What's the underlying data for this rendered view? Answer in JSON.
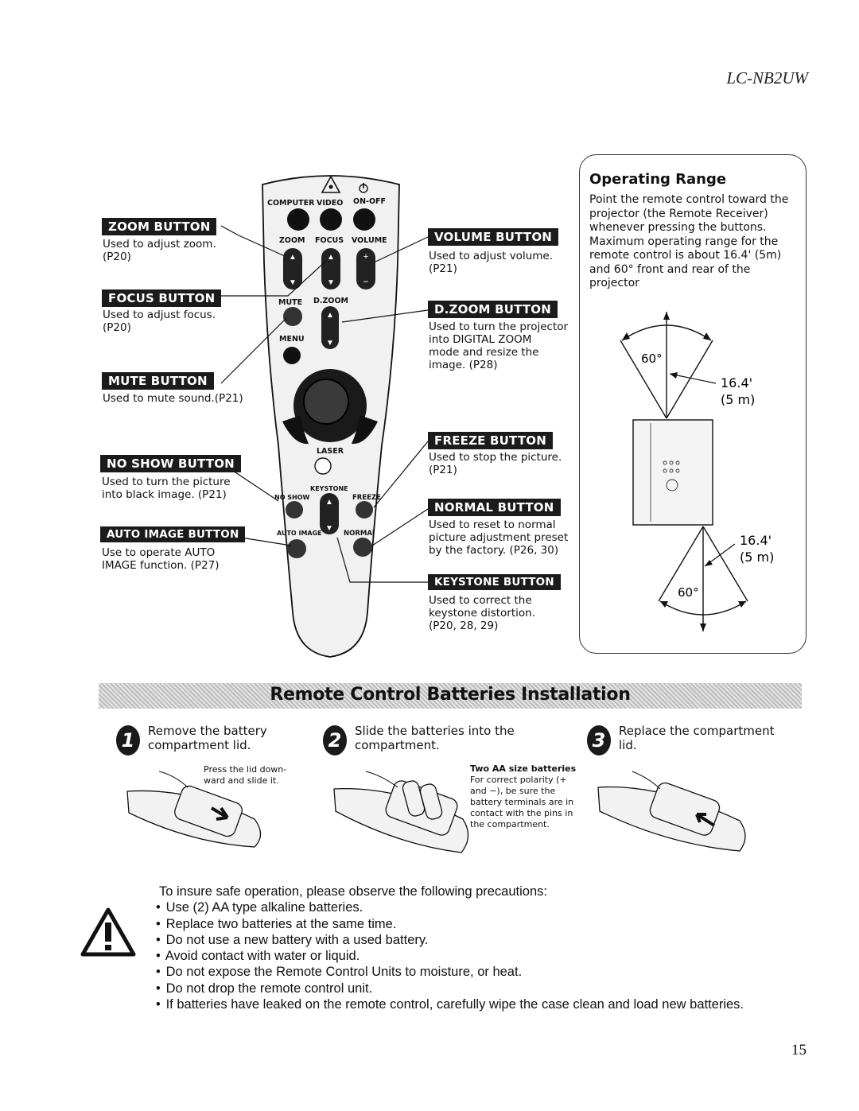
{
  "header": {
    "model": "LC-NB2UW"
  },
  "remote": {
    "labels": {
      "computer": "COMPUTER",
      "video": "VIDEO",
      "on_off": "ON-OFF",
      "zoom": "ZOOM",
      "focus": "FOCUS",
      "volume": "VOLUME",
      "mute": "MUTE",
      "dzoom": "D.ZOOM",
      "menu": "MENU",
      "laser": "LASER",
      "keystone": "KEYSTONE",
      "no_show": "NO SHOW",
      "freeze": "FREEZE",
      "auto_image": "AUTO IMAGE",
      "normal": "NORMAl"
    }
  },
  "callouts": {
    "zoom": {
      "title": "ZOOM BUTTON",
      "lines": [
        "Used  to  adjust  zoom.",
        "(P20)"
      ]
    },
    "focus": {
      "title": "FOCUS BUTTON",
      "lines": [
        "Used  to  adjust  focus.",
        "(P20)"
      ]
    },
    "mute": {
      "title": "MUTE BUTTON",
      "lines": [
        "Used to mute sound.(P21)"
      ]
    },
    "no_show": {
      "title": "NO SHOW BUTTON",
      "lines": [
        "Used  to  turn  the  picture",
        "into black image.  (P21)"
      ]
    },
    "auto_image": {
      "title": "AUTO IMAGE BUTTON",
      "lines": [
        "Use  to  operate  AUTO",
        "IMAGE function.  (P27)"
      ]
    },
    "volume": {
      "title": "VOLUME BUTTON",
      "lines": [
        "Used to adjust volume.",
        "(P21)"
      ]
    },
    "dzoom": {
      "title": "D.ZOOM BUTTON",
      "lines": [
        "Used to turn the projector",
        "into  DIGITAL  ZOOM",
        "mode  and  resize  the",
        "image. (P28)"
      ]
    },
    "freeze": {
      "title": "FREEZE BUTTON",
      "lines": [
        "Used to stop the picture.",
        "(P21)"
      ]
    },
    "normal": {
      "title": "NORMAL BUTTON",
      "lines": [
        "Used to reset to normal",
        "picture adjustment preset",
        "by the factory. (P26, 30)"
      ]
    },
    "keystone": {
      "title": "KEYSTONE BUTTON",
      "lines": [
        "Used  to  correct  the",
        "keystone distortion.",
        "(P20, 28, 29)"
      ]
    }
  },
  "operating_range": {
    "title": "Operating Range",
    "lines": [
      "Point the remote control toward the",
      "projector (the Remote Receiver)",
      "whenever pressing the buttons.",
      "Maximum operating range for the",
      "remote control is about 16.4' (5m)",
      "and 60° front and rear of the",
      "projector"
    ],
    "angle_top": "60°",
    "dist_top": "16.4'",
    "dist_top_m": "(5 m)",
    "angle_bottom": "60°",
    "dist_bottom": "16.4'",
    "dist_bottom_m": "(5 m)"
  },
  "batteries": {
    "title": "Remote Control Batteries Installation",
    "steps": [
      {
        "num": "1",
        "lines": [
          "Remove  the  battery",
          "compartment lid."
        ],
        "note": [
          "Press the lid down-",
          "ward and slide it."
        ]
      },
      {
        "num": "2",
        "lines": [
          "Slide the batteries into the",
          "compartment."
        ],
        "note_title": "Two AA size batteries",
        "note": [
          "For correct polarity (+",
          "and −),  be  sure  the",
          "battery terminals are in",
          "contact with the pins in",
          "the compartment."
        ]
      },
      {
        "num": "3",
        "lines": [
          "Replace the compartment",
          "lid."
        ]
      }
    ]
  },
  "precautions": {
    "intro": "To insure safe operation, please observe the following precautions:",
    "bullet": "•",
    "items": [
      "Use (2) AA type alkaline batteries.",
      "Replace two batteries at the same time.",
      "Do not use a new battery with a used battery.",
      "Avoid contact with water or liquid.",
      "Do not expose the Remote Control Units to moisture, or heat.",
      "Do not drop the remote control unit.",
      "If batteries have leaked on the remote control, carefully wipe the case clean and load new batteries."
    ]
  },
  "footer": {
    "page_number": "15"
  }
}
